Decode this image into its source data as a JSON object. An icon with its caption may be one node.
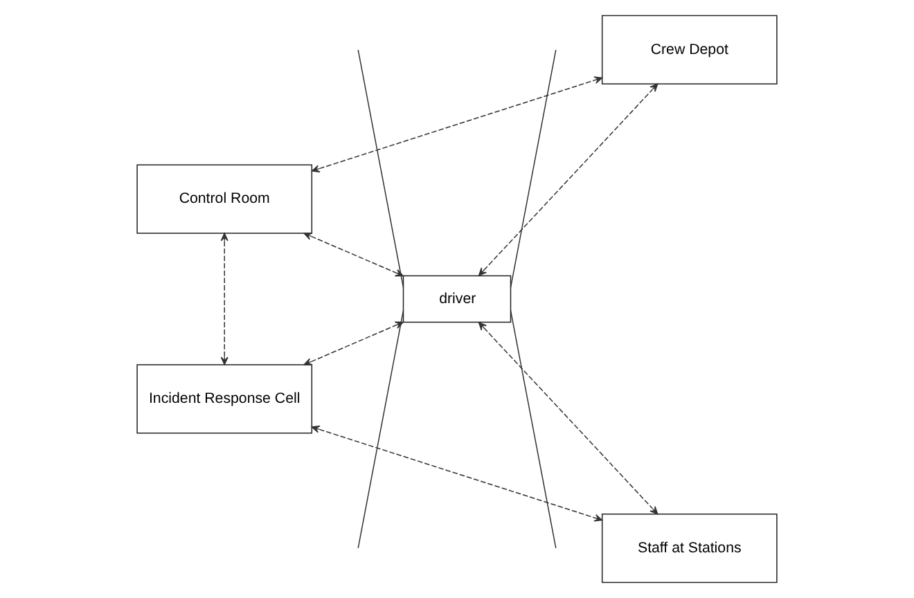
{
  "diagram": {
    "nodes": [
      {
        "text": [
          "Control Room"
        ]
      },
      {
        "text": [
          "Crew Depot"
        ]
      },
      {
        "text": [
          "driver"
        ]
      },
      {
        "text": [
          "Incident Response Cell"
        ]
      },
      {
        "text": [
          "Staff at Stations"
        ]
      }
    ],
    "edges": [
      {
        "from": 0,
        "to": 1,
        "arrow": "both",
        "style": "dashed"
      },
      {
        "from": 0,
        "to": 2,
        "arrow": "both",
        "style": "dashed"
      },
      {
        "from": 1,
        "to": 2,
        "arrow": "both",
        "style": "dashed"
      },
      {
        "from": 0,
        "to": 3,
        "arrow": "both",
        "style": "dashed"
      },
      {
        "from": 3,
        "to": 2,
        "arrow": "both",
        "style": "dashed"
      },
      {
        "from": 4,
        "to": 2,
        "arrow": "both",
        "style": "dashed"
      },
      {
        "from": 3,
        "to": 4,
        "arrow": "both",
        "style": "dashed"
      },
      {
        "from": null,
        "to": 2,
        "arrow": "none"
      },
      {
        "from": null,
        "to": 2,
        "arrow": "none"
      },
      {
        "from": null,
        "to": 2,
        "arrow": "none"
      },
      {
        "from": null,
        "to": 2,
        "arrow": "none"
      }
    ]
  }
}
